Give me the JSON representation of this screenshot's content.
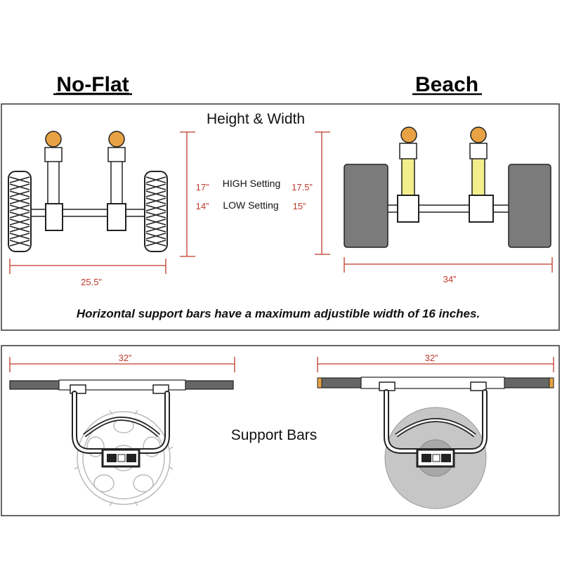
{
  "headings": {
    "left": "No-Flat",
    "right": "Beach"
  },
  "top_panel": {
    "title": "Height & Width",
    "high_label": "HIGH Setting",
    "low_label": "LOW Setting",
    "noflat_high": "17”",
    "noflat_low": "14”",
    "beach_high": "17.5”",
    "beach_low": "15”",
    "noflat_width": "25.5”",
    "beach_width": "34”",
    "note": "Horizontal support bars have a maximum adjustible width of 16 inches."
  },
  "bottom_panel": {
    "title": "Support Bars",
    "noflat_width": "32”",
    "beach_width": "32”"
  },
  "colors": {
    "dimension": "#c0392b",
    "knob": "#e8a243",
    "beach_post": "#f2ee8a",
    "beach_wheel": "#7b7b7b",
    "outline": "#222222"
  }
}
